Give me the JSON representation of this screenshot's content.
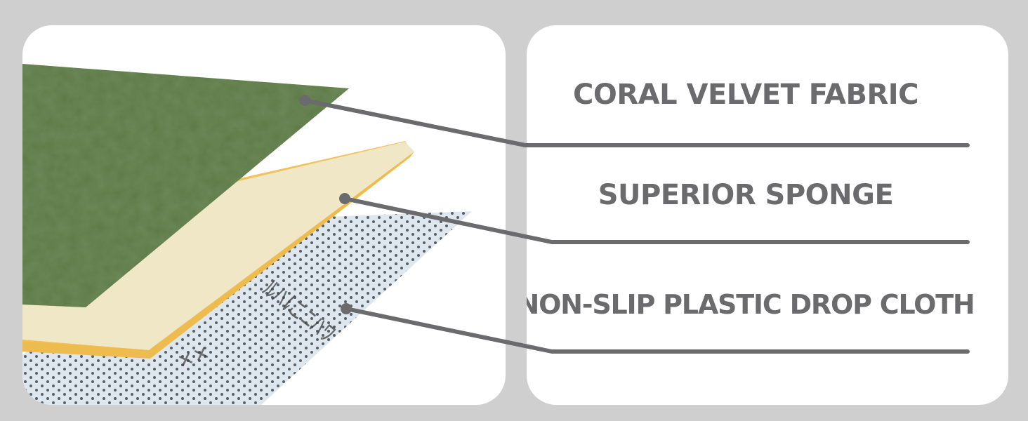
{
  "layers": [
    {
      "label": "CORAL VELVET FABRIC",
      "color": "#5d7a45"
    },
    {
      "label": "SUPERIOR SPONGE",
      "color": "#efe7c6"
    },
    {
      "label": "NON-SLIP PLASTIC DROP CLOTH",
      "color": "#dfe7ee"
    }
  ],
  "colors": {
    "background": "#cfcfcf",
    "panel": "#ffffff",
    "text": "#6b6b6d",
    "leader_line": "#6b6b6d",
    "sponge_edge": "#f1c25c"
  }
}
